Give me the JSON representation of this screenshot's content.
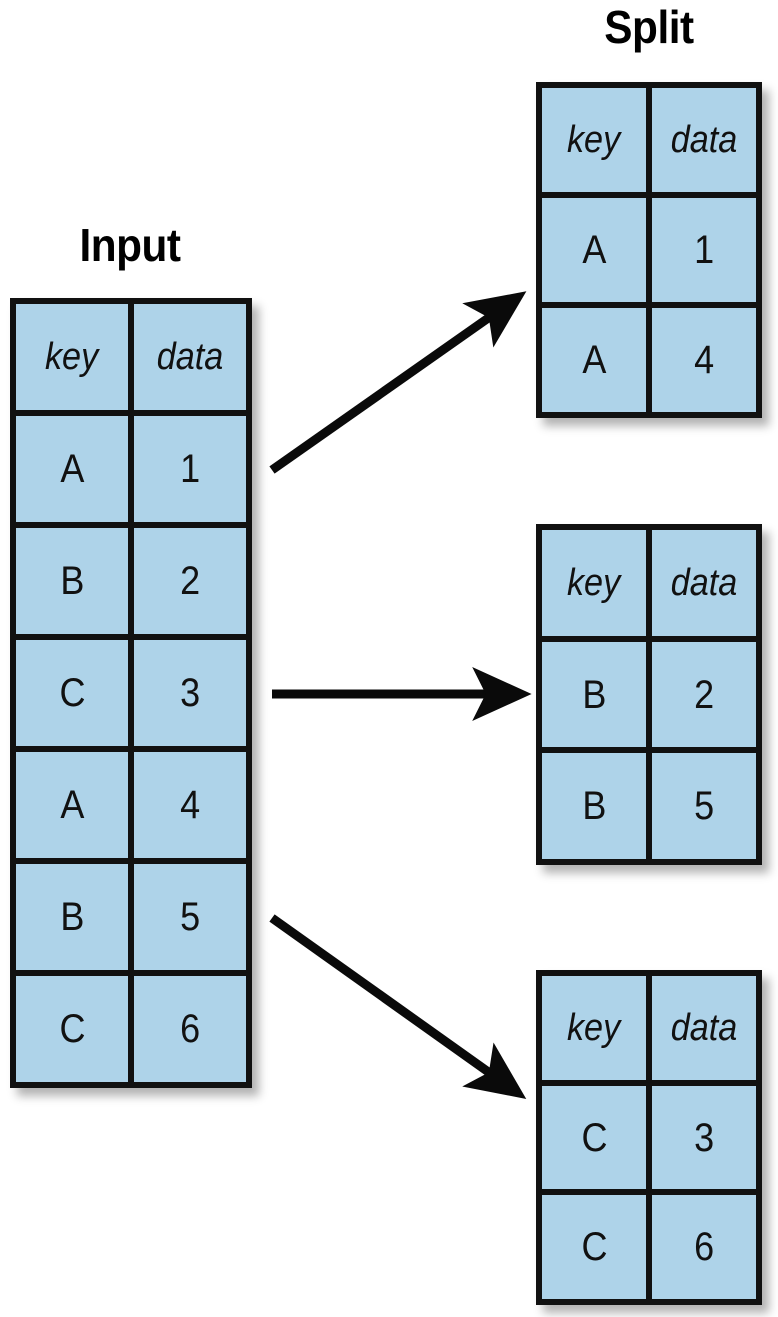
{
  "diagram": {
    "title_input": "Input",
    "title_split": "Split",
    "cell_color": "#aed3e9",
    "border_color": "#111111",
    "background": "#ffffff"
  },
  "input_table": {
    "name": "Input",
    "columns": [
      "key",
      "data"
    ],
    "rows": [
      [
        "A",
        "1"
      ],
      [
        "B",
        "2"
      ],
      [
        "C",
        "3"
      ],
      [
        "A",
        "4"
      ],
      [
        "B",
        "5"
      ],
      [
        "C",
        "6"
      ]
    ]
  },
  "split_tables": [
    {
      "name": "split-group-a",
      "columns": [
        "key",
        "data"
      ],
      "rows": [
        [
          "A",
          "1"
        ],
        [
          "A",
          "4"
        ]
      ]
    },
    {
      "name": "split-group-b",
      "columns": [
        "key",
        "data"
      ],
      "rows": [
        [
          "B",
          "2"
        ],
        [
          "B",
          "5"
        ]
      ]
    },
    {
      "name": "split-group-c",
      "columns": [
        "key",
        "data"
      ],
      "rows": [
        [
          "C",
          "3"
        ],
        [
          "C",
          "6"
        ]
      ]
    }
  ],
  "arrows": [
    {
      "name": "arrow-to-group-a",
      "direction": "up-right"
    },
    {
      "name": "arrow-to-group-b",
      "direction": "right"
    },
    {
      "name": "arrow-to-group-c",
      "direction": "down-right"
    }
  ]
}
